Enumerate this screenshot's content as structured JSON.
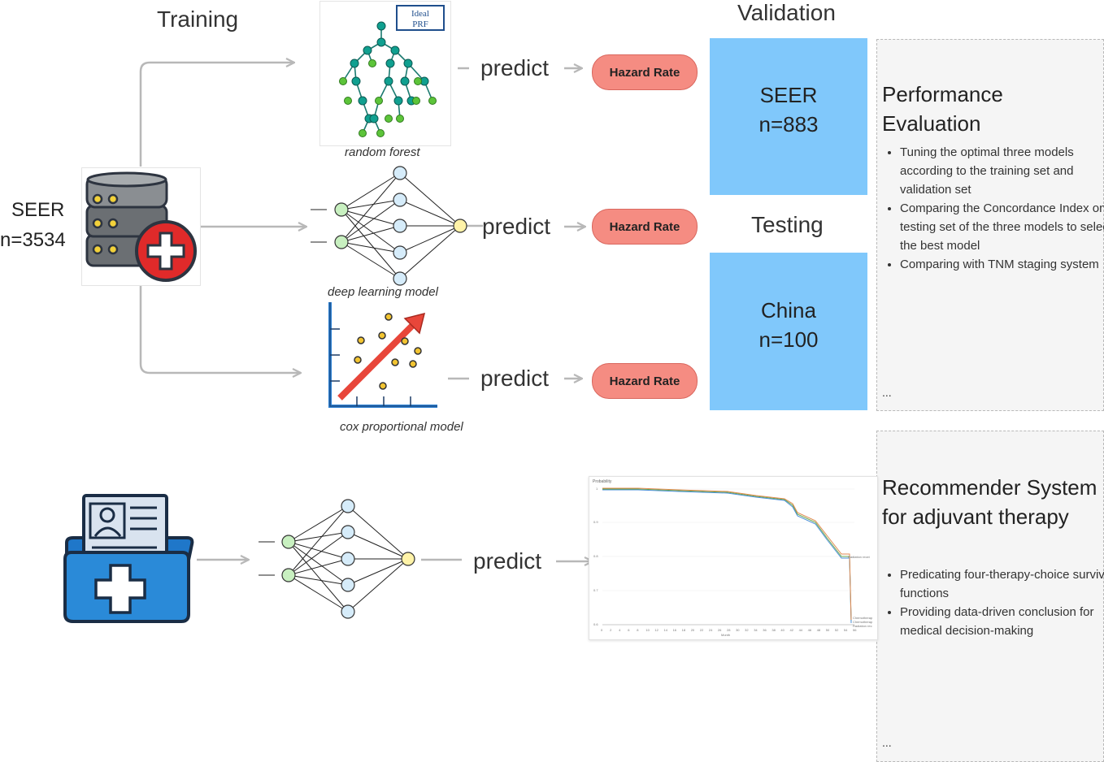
{
  "headers": {
    "training": "Training",
    "validation": "Validation",
    "testing": "Testing"
  },
  "source": {
    "name": "SEER",
    "n": "n=3534"
  },
  "models": {
    "random_forest": {
      "label": "random forest",
      "badge_line1": "Ideal",
      "badge_line2": "PRF"
    },
    "deep_learning": {
      "label": "deep learning model"
    },
    "cox": {
      "label": "cox proportional model"
    }
  },
  "predict_label": "predict",
  "hazard_label": "Hazard Rate",
  "validation_box": {
    "name": "SEER",
    "n": "n=883"
  },
  "testing_box": {
    "name": "China",
    "n": "n=100"
  },
  "performance_panel": {
    "title": "Performance Evaluation",
    "bullets": [
      "Tuning the optimal three models according to the training set and validation set",
      "Comparing the Concordance Index on testing set of the three models to select the best model",
      "Comparing with TNM staging system"
    ],
    "ellipsis": "..."
  },
  "recommender_panel": {
    "title_line1": "Recommender System",
    "title_line2": "for adjuvant therapy",
    "bullets": [
      "Predicating four-therapy-choice survival functions",
      "Providing data-driven conclusion for medical decision-making"
    ],
    "ellipsis": "..."
  },
  "survival_chart": {
    "ylabel": "Probability",
    "xlabel": "Month",
    "y_ticks": [
      "1",
      "0.9",
      "0.8",
      "0.7",
      "0.6"
    ],
    "x_ticks": [
      "0",
      "2",
      "4",
      "6",
      "8",
      "10",
      "12",
      "14",
      "16",
      "18",
      "20",
      "22",
      "24",
      "26",
      "28",
      "30",
      "32",
      "34",
      "36",
      "38",
      "40",
      "42",
      "44",
      "46",
      "48",
      "50",
      "52",
      "54",
      "56"
    ],
    "end_labels": [
      "Radiation recei",
      "Chemotherap",
      "Chemotherap",
      "Radiation rec"
    ]
  },
  "colors": {
    "arrow": "#b8b8b8",
    "hazard_fill": "#f58c82",
    "validation_blue": "#80c8fb",
    "node_green": "#c8f0c0",
    "node_blue": "#d6ecfa",
    "node_yellow": "#fff3a8"
  }
}
